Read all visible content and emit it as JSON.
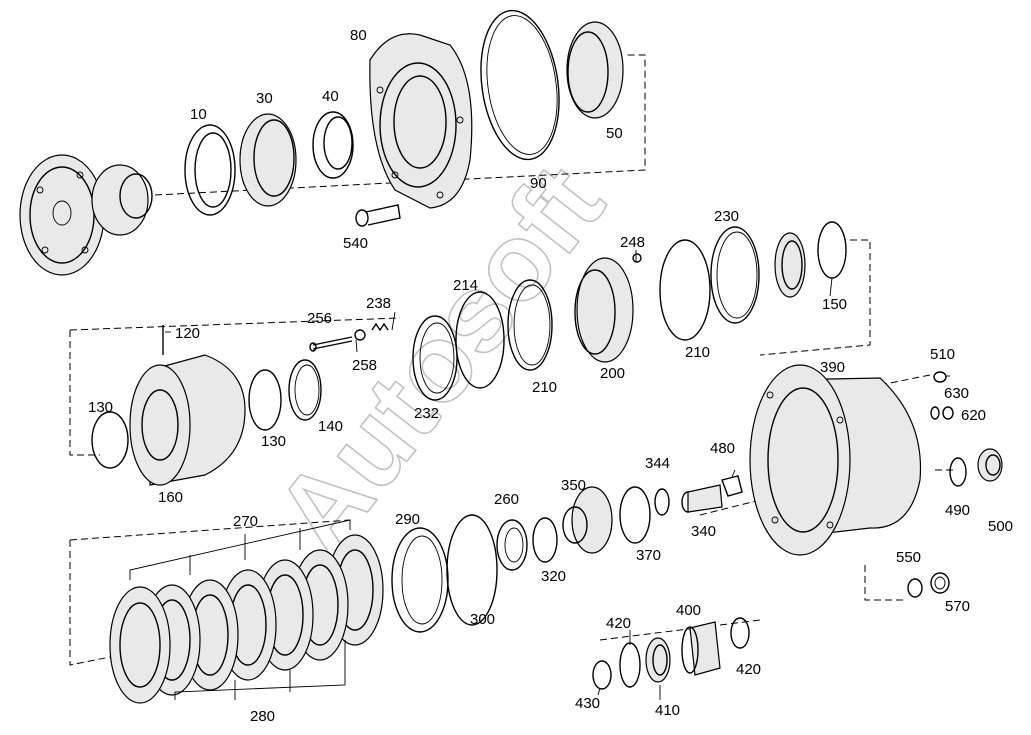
{
  "watermark": "Autosoft",
  "labels": {
    "p10": "10",
    "p30": "30",
    "p40": "40",
    "p50": "50",
    "p80": "80",
    "p90": "90",
    "p540": "540",
    "p120": "120",
    "p130a": "130",
    "p130b": "130",
    "p140": "140",
    "p150": "150",
    "p160": "160",
    "p200": "200",
    "p210a": "210",
    "p210b": "210",
    "p214": "214",
    "p230": "230",
    "p232": "232",
    "p238": "238",
    "p248": "248",
    "p256": "256",
    "p258": "258",
    "p260": "260",
    "p270": "270",
    "p280": "280",
    "p290": "290",
    "p300": "300",
    "p320": "320",
    "p340": "340",
    "p344": "344",
    "p350": "350",
    "p370": "370",
    "p390": "390",
    "p400": "400",
    "p410": "410",
    "p420a": "420",
    "p420b": "420",
    "p430": "430",
    "p480": "480",
    "p490": "490",
    "p500": "500",
    "p510": "510",
    "p550": "550",
    "p570": "570",
    "p620": "620",
    "p630": "630"
  }
}
